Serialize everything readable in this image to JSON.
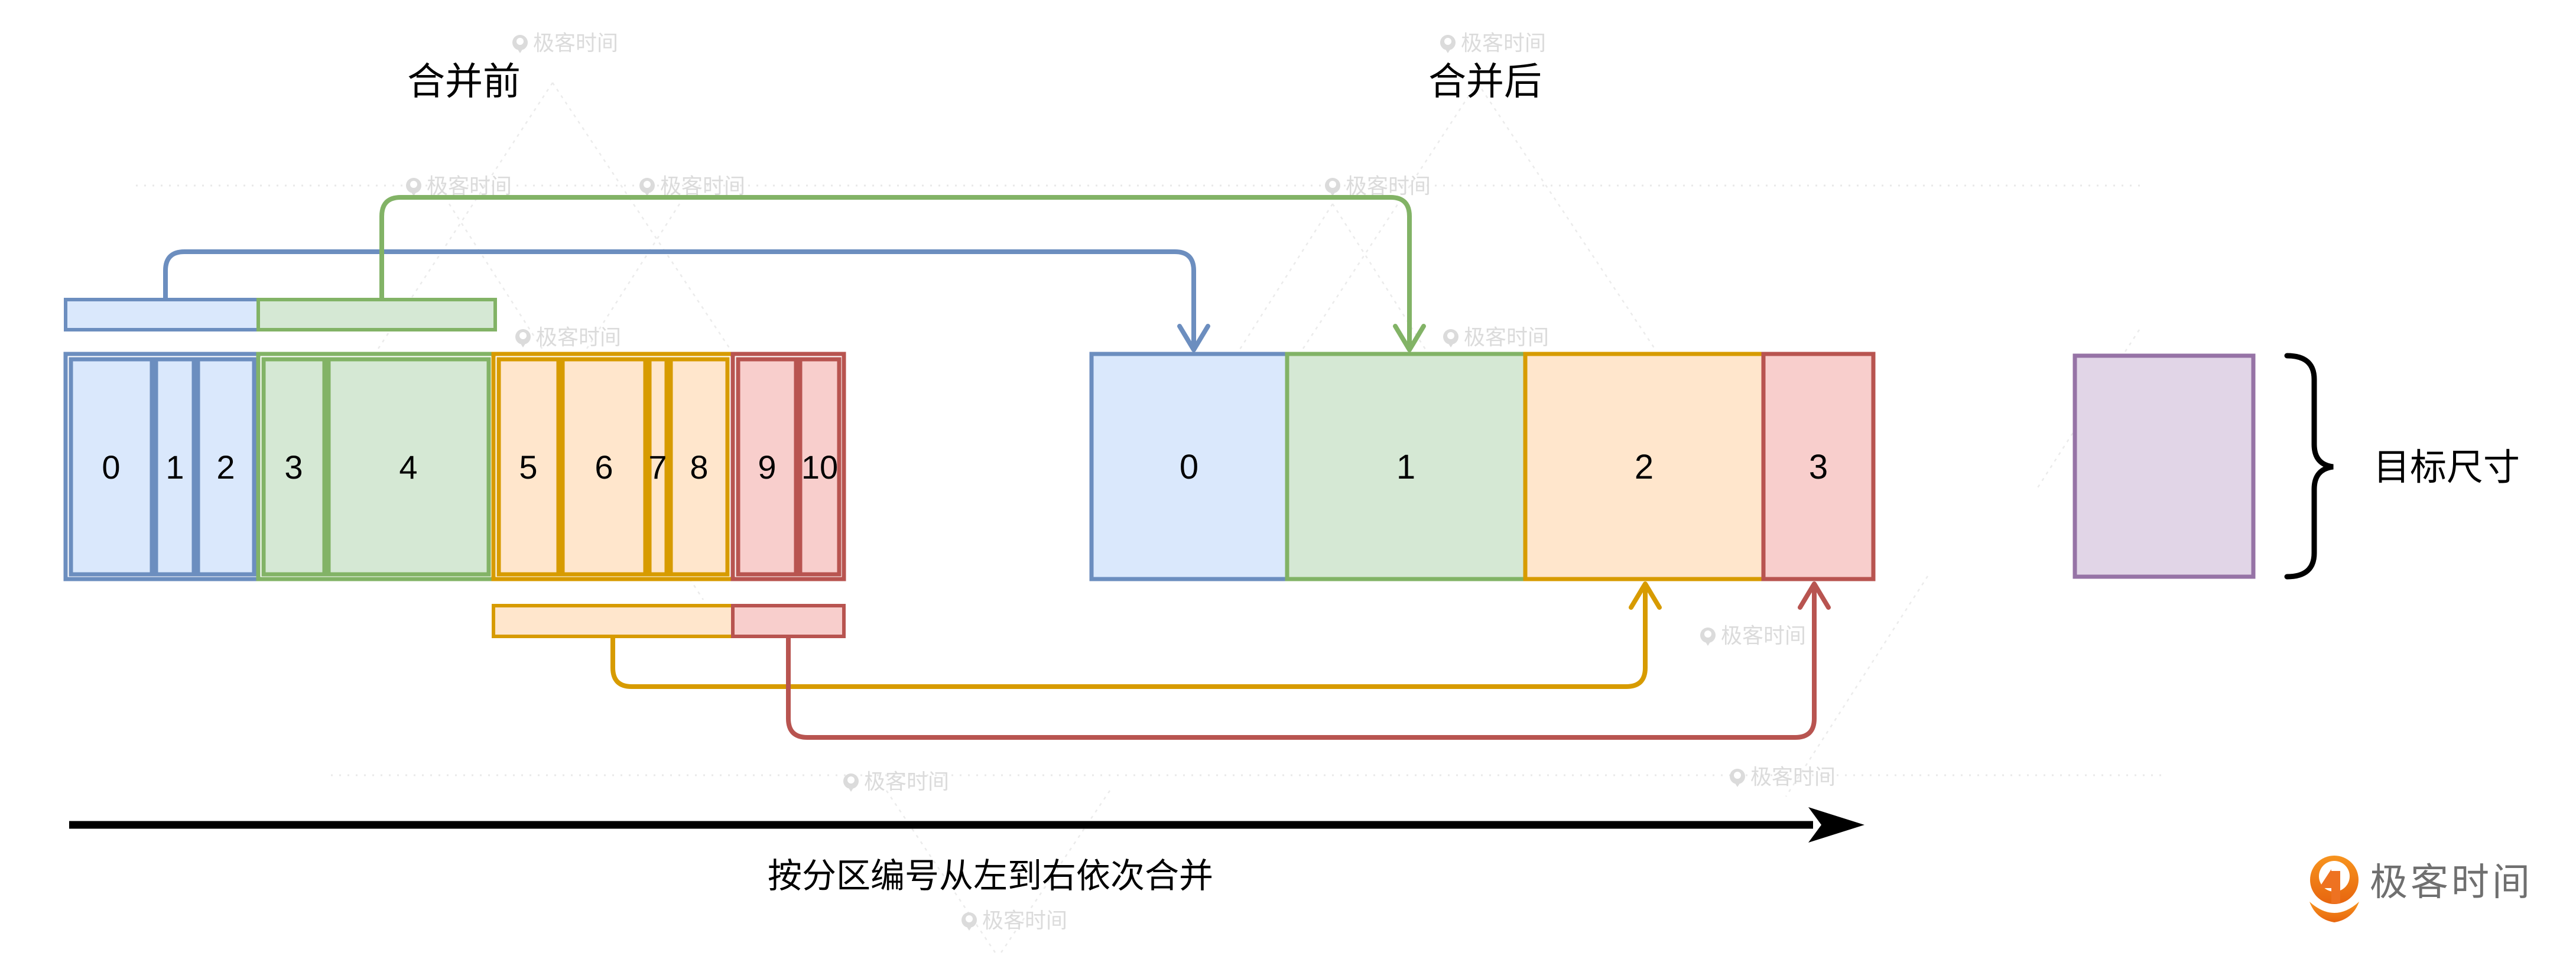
{
  "titles": {
    "before": "合并前",
    "after": "合并后"
  },
  "left_row": {
    "cell_labels": [
      "0",
      "1",
      "2",
      "3",
      "4",
      "5",
      "6",
      "7",
      "8",
      "9",
      "10"
    ],
    "groups": [
      {
        "color": "blue",
        "cells": [
          "0",
          "1",
          "2"
        ]
      },
      {
        "color": "green",
        "cells": [
          "3",
          "4"
        ]
      },
      {
        "color": "orange",
        "cells": [
          "5",
          "6",
          "7",
          "8"
        ]
      },
      {
        "color": "red",
        "cells": [
          "9",
          "10"
        ]
      }
    ]
  },
  "right_row": {
    "block_labels": [
      "0",
      "1",
      "2",
      "3"
    ],
    "block_colors": [
      "blue",
      "green",
      "orange",
      "red"
    ]
  },
  "target_size_label": "目标尺寸",
  "caption": "按分区编号从左到右依次合并",
  "brand": {
    "name": "极客时间"
  },
  "watermark": {
    "text": "极客时间"
  },
  "colors": {
    "blue_border": "#6c8ebf",
    "blue_fill": "#dae8fc",
    "green_border": "#82b366",
    "green_fill": "#d5e8d4",
    "orange_border": "#d79b00",
    "orange_fill": "#ffe6cc",
    "red_border": "#b85450",
    "red_fill": "#f8cecc",
    "purple_border": "#9673a6",
    "purple_fill": "#e1d5e7",
    "arrow_black": "#000000",
    "brand_orange": "#ee7221",
    "brand_text_gray": "#6f6f6f",
    "watermark_gray": "#cfcfcf"
  }
}
